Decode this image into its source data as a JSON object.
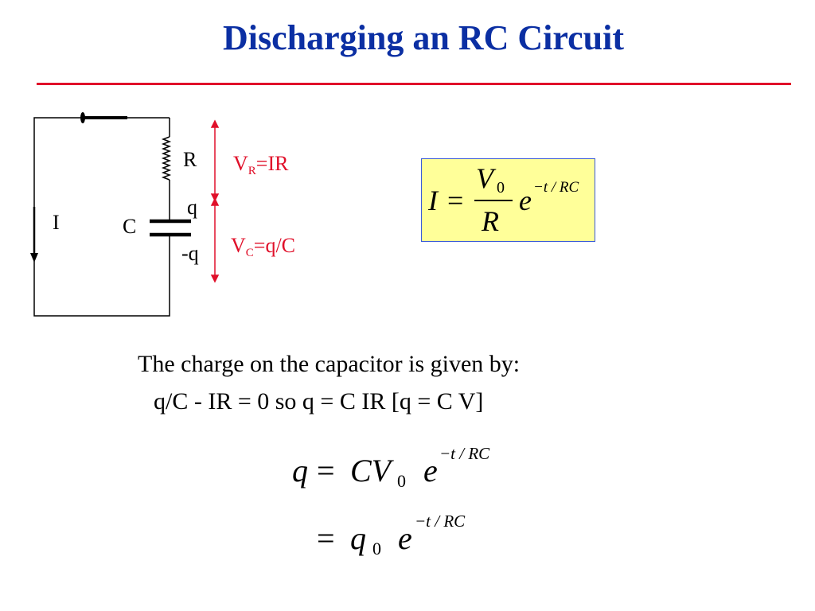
{
  "slide": {
    "title": "Discharging an RC Circuit"
  },
  "circuit": {
    "resistor_label": "R",
    "capacitor_label": "C",
    "current_label": "I",
    "plus_charge_label": "q",
    "minus_charge_label": "-q",
    "vr_label": {
      "prefix": "V",
      "sub": "R",
      "suffix": "=IR"
    },
    "vc_label": {
      "prefix": "V",
      "sub": "C",
      "suffix": "=q/C"
    }
  },
  "current_formula": {
    "lhs": "I",
    "eq": "=",
    "numerator": "V",
    "numerator_sub": "0",
    "denominator": "R",
    "exp_base": "e",
    "exponent": "−t / RC"
  },
  "explanation": {
    "line1": "The charge on the capacitor is given by:",
    "line2": "q/C - IR = 0  so  q = C IR  [q = C V]"
  },
  "charge_formula": {
    "line1": {
      "lhs": "q",
      "eq": "=",
      "main": "CV",
      "sub": "0",
      "exp_base": "e",
      "exponent": "−t / RC"
    },
    "line2": {
      "eq": "=",
      "main": "q",
      "sub": "0",
      "exp_base": "e",
      "exponent": "−t / RC"
    }
  },
  "colors": {
    "title": "#0b2fa3",
    "accent_red": "#e0102a",
    "formula_box_fill": "#ffff99",
    "formula_box_border": "#3a5bd9"
  }
}
